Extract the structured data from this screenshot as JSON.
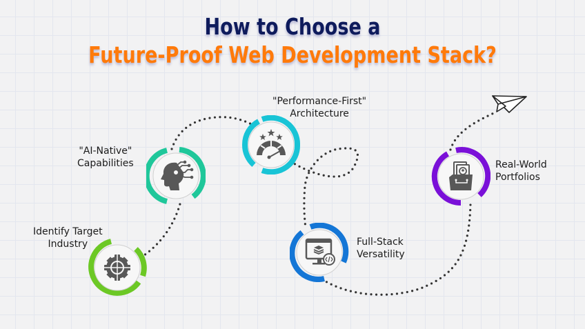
{
  "title": {
    "line1": "How to Choose a",
    "line2": "Future-Proof Web Development Stack?",
    "line1_color": "#0e1b5c",
    "line2_color": "#ff7a0a"
  },
  "steps": [
    {
      "label_line1": "Identify Target",
      "label_line2": "Industry",
      "icon": "target-gear-icon",
      "ring_color": "#6cc825"
    },
    {
      "label_line1": "\"AI-Native\"",
      "label_line2": "Capabilities",
      "icon": "ai-head-circuit-icon",
      "ring_color": "#1fc79a"
    },
    {
      "label_line1": "\"Performance-First\"",
      "label_line2": "Architecture",
      "icon": "speedometer-stars-icon",
      "ring_color": "#19c4d6"
    },
    {
      "label_line1": "Full-Stack",
      "label_line2": "Versatility",
      "icon": "monitor-code-icon",
      "ring_color": "#1476d6"
    },
    {
      "label_line1": "Real-World",
      "label_line2": "Portfolios",
      "icon": "portfolio-folder-icon",
      "ring_color": "#7a10d8"
    }
  ],
  "decoration": {
    "end_icon": "paper-plane-icon",
    "path_style": "dotted"
  }
}
